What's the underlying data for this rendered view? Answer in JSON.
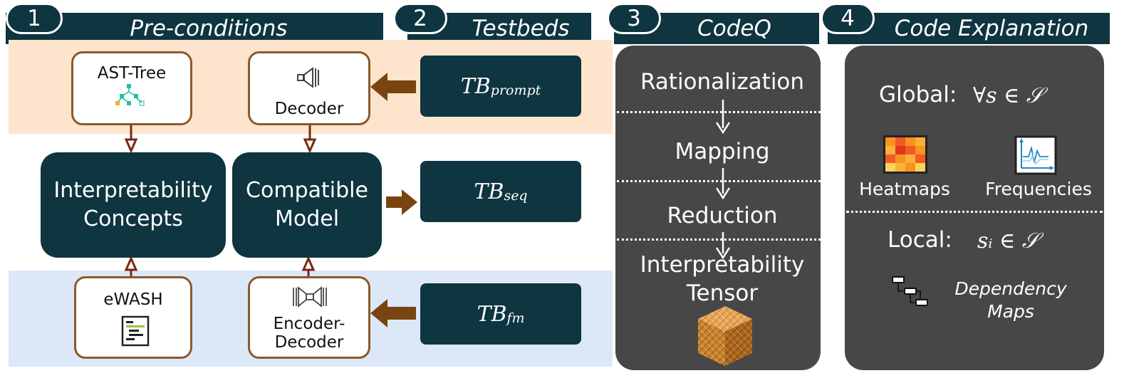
{
  "sections": {
    "s1": {
      "number": "1",
      "title": "Pre-conditions"
    },
    "s2": {
      "number": "2",
      "title": "Testbeds"
    },
    "s3": {
      "number": "3",
      "title": "CodeQ"
    },
    "s4": {
      "number": "4",
      "title": "Code Explanation"
    }
  },
  "preconditions": {
    "ast_tree": "AST-Tree",
    "decoder": "Decoder",
    "interpretability_concepts": [
      "Interpretability",
      "Concepts"
    ],
    "compatible_model": [
      "Compatible",
      "Model"
    ],
    "ewash": "eWASH",
    "encoder_decoder": [
      "Encoder-",
      "Decoder"
    ]
  },
  "testbeds": [
    {
      "base": "TB",
      "sub": "prompt"
    },
    {
      "base": "TB",
      "sub": "seq"
    },
    {
      "base": "TB",
      "sub": "fm"
    }
  ],
  "codeq": {
    "steps": [
      "Rationalization",
      "Mapping",
      "Reduction"
    ],
    "tensor_label": [
      "Interpretability",
      "Tensor"
    ]
  },
  "code_explanation": {
    "global_label": "Global:",
    "global_math": "∀s ∈ 𝒮",
    "heatmaps": "Heatmaps",
    "frequencies": "Frequencies",
    "local_label": "Local:",
    "local_math": "sᵢ ∈ 𝒮",
    "dependency_maps": [
      "Dependency",
      "Maps"
    ]
  },
  "colors": {
    "dark_teal": "#0e3540",
    "brown": "#8a5a2b",
    "arrow_brown": "#7a4410",
    "band_orange": "#fde4cc",
    "band_blue": "#dce8f8",
    "panel_grey": "#474747"
  }
}
